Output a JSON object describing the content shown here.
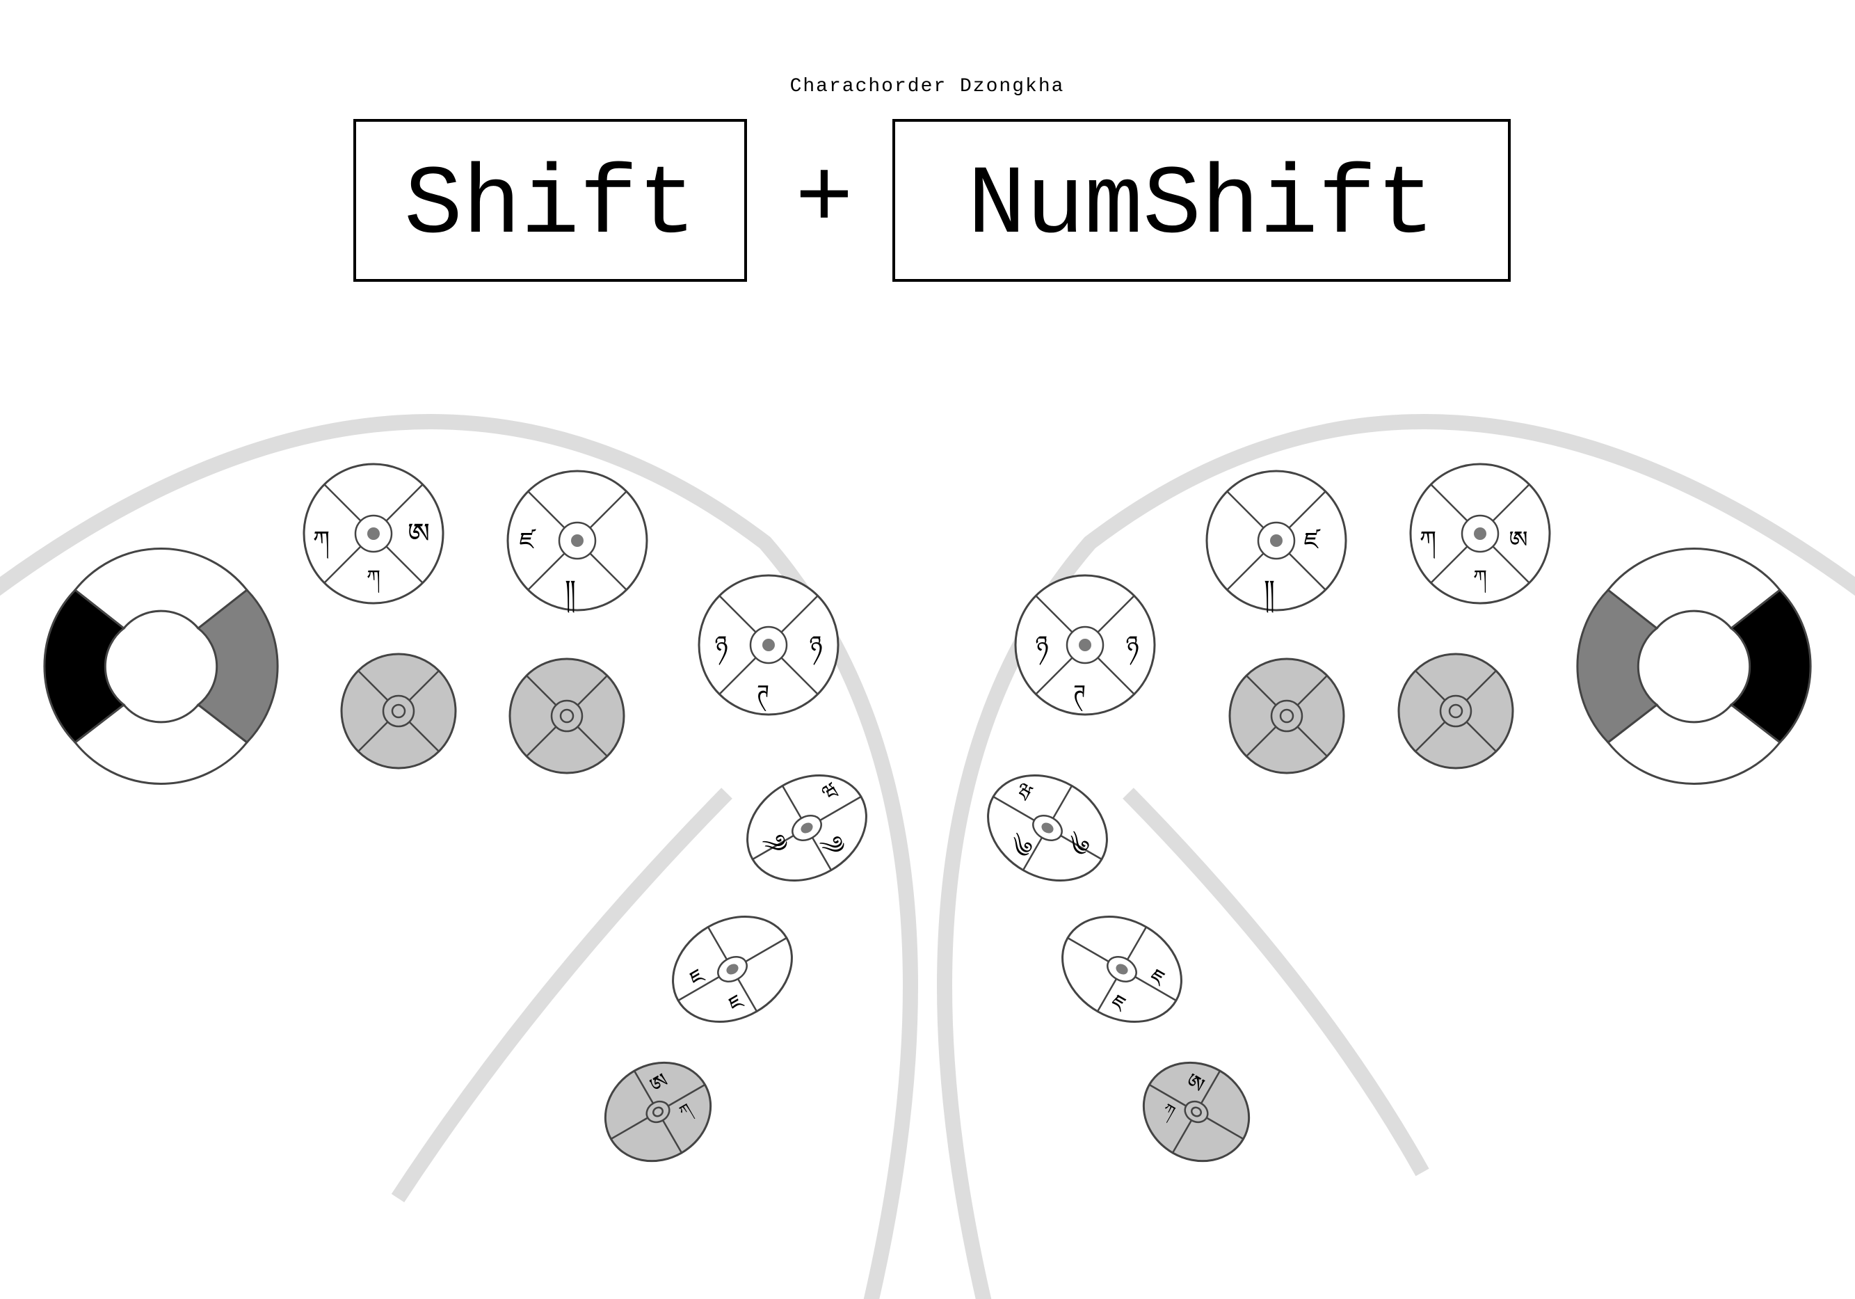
{
  "header": {
    "subtitle": "Charachorder Dzongkha",
    "key1": "Shift",
    "plus": "+",
    "key2": "NumShift"
  },
  "colors": {
    "arc": "#dddddd",
    "line": "#444444",
    "key_fill": "#ffffff",
    "key_gray": "#c4c4c4",
    "center_dot": "#7a7a7a",
    "thumb_black": "#000000",
    "thumb_gray": "#808080"
  },
  "left_hand": {
    "keys": [
      {
        "name": "left-key-1",
        "glyphs": [
          "ཀ",
          "ཨ",
          "ཀ"
        ]
      },
      {
        "name": "left-key-2",
        "glyphs": [
          "ཛ",
          "༎"
        ]
      },
      {
        "name": "left-key-3",
        "glyphs": [
          "ཉ",
          "ཉ",
          "ཊ"
        ]
      },
      {
        "name": "left-key-4",
        "glyphs": []
      },
      {
        "name": "left-key-5",
        "glyphs": []
      },
      {
        "name": "left-key-6",
        "glyphs": [
          "ཝ",
          "༄",
          "༄"
        ]
      },
      {
        "name": "left-key-7",
        "glyphs": [
          "ཇ",
          "ཇ"
        ]
      },
      {
        "name": "left-key-8",
        "glyphs": [
          "ཨ",
          "ཀ"
        ]
      }
    ]
  },
  "right_hand": {
    "keys": [
      {
        "name": "right-key-1",
        "glyphs": [
          "ཛ",
          "༎"
        ]
      },
      {
        "name": "right-key-2",
        "glyphs": [
          "ཀ",
          "ཨ",
          "ཀ"
        ]
      },
      {
        "name": "right-key-3",
        "glyphs": [
          "ཉ",
          "ཉ",
          "ཊ"
        ]
      },
      {
        "name": "right-key-4",
        "glyphs": []
      },
      {
        "name": "right-key-5",
        "glyphs": []
      },
      {
        "name": "right-key-6",
        "glyphs": [
          "ཝ",
          "༄",
          "༄"
        ]
      },
      {
        "name": "right-key-7",
        "glyphs": [
          "ཇ",
          "ཇ"
        ]
      },
      {
        "name": "right-key-8",
        "glyphs": [
          "ཨ",
          "ཀ"
        ]
      }
    ]
  }
}
